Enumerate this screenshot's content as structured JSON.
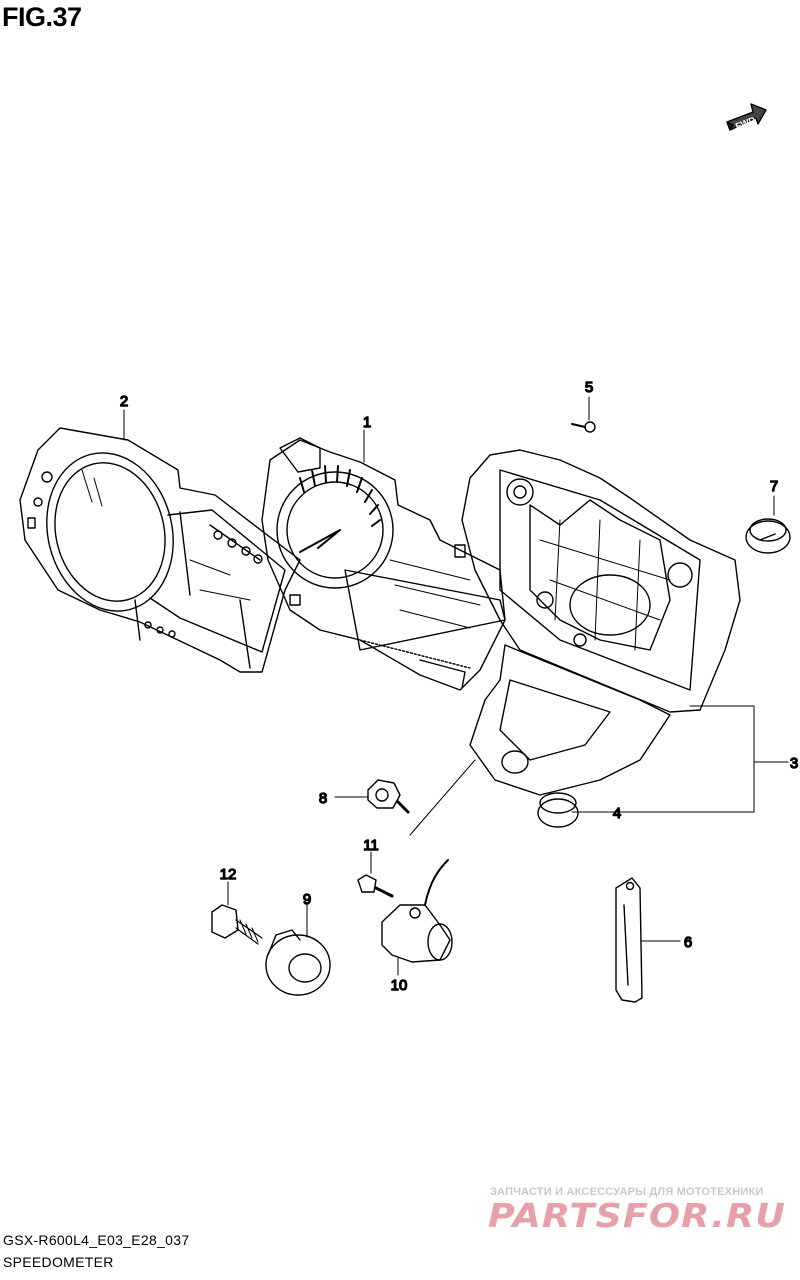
{
  "figure": {
    "title": "FIG.37",
    "code": "GSX-R600L4_E03_E28_037",
    "name": "SPEEDOMETER"
  },
  "fwd_badge": "FWD",
  "callouts": [
    "1",
    "2",
    "3",
    "4",
    "5",
    "6",
    "7",
    "8",
    "9",
    "10",
    "11",
    "12"
  ],
  "watermark": {
    "subtitle": "ЗАПЧАСТИ И АКСЕССУАРЫ ДЛЯ МОТОТЕХНИКИ",
    "logo_text": "PARTSFOR.RU",
    "color": "#e6a0a8"
  }
}
